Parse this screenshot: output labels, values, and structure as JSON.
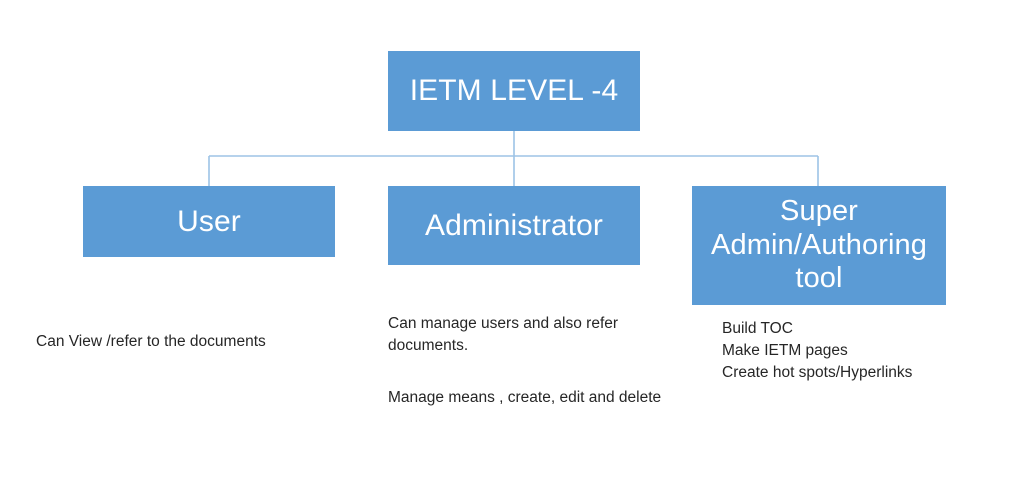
{
  "diagram": {
    "type": "hierarchy-tree",
    "accent_color": "#5b9bd5",
    "connector_color": "#9dc3e6",
    "text_color": "#262626",
    "node_text_color": "#ffffff",
    "root": {
      "label": "IETM LEVEL -4"
    },
    "branches": [
      {
        "id": "user",
        "label": "User",
        "caption": "Can View /refer to the documents"
      },
      {
        "id": "administrator",
        "label": "Administrator",
        "caption_1": "Can manage users and also refer documents.",
        "caption_2": "Manage means , create, edit and delete"
      },
      {
        "id": "super-admin",
        "label": "Super Admin/Authoring tool",
        "caption": "Build TOC\nMake IETM pages\nCreate hot spots/Hyperlinks"
      }
    ]
  }
}
